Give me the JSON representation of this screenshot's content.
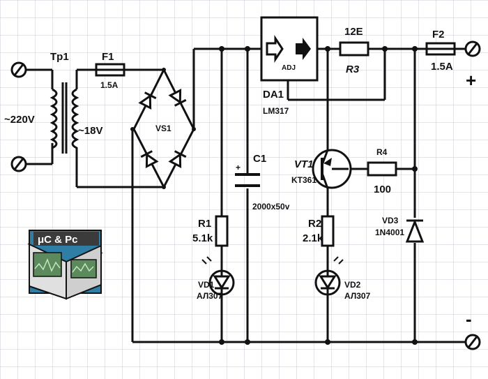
{
  "colors": {
    "grid": "#c9c9d6",
    "wire": "#111111",
    "logo_top": "#3b3b3b",
    "logo_screen": "#5c8a5c",
    "logo_bg": "#2e7ea6"
  },
  "labels": {
    "transformer": "Tp1",
    "mains_voltage": "~220V",
    "secondary_voltage": "~18V",
    "fuse1": "F1",
    "fuse1_rating": "1.5A",
    "bridge": "VS1",
    "capacitor": "C1",
    "capacitor_value": "2000x50v",
    "regulator": "DA1",
    "regulator_part": "LM317",
    "regulator_pin": "ADJ",
    "r3_value": "12E",
    "r3": "R3",
    "fuse2": "F2",
    "fuse2_rating": "1.5A",
    "plus": "+",
    "minus": "-",
    "r1": "R1",
    "r1_value": "5.1k",
    "vd1": "VD1",
    "vd1_part": "АЛ307",
    "transistor": "VT1",
    "transistor_part": "KT361",
    "r4": "R4",
    "r4_value": "100",
    "r2": "R2",
    "r2_value": "2.1k",
    "vd2": "VD2",
    "vd2_part": "АЛ307",
    "vd3": "VD3",
    "vd3_part": "1N4001",
    "logo_text": "μC & Pc"
  }
}
